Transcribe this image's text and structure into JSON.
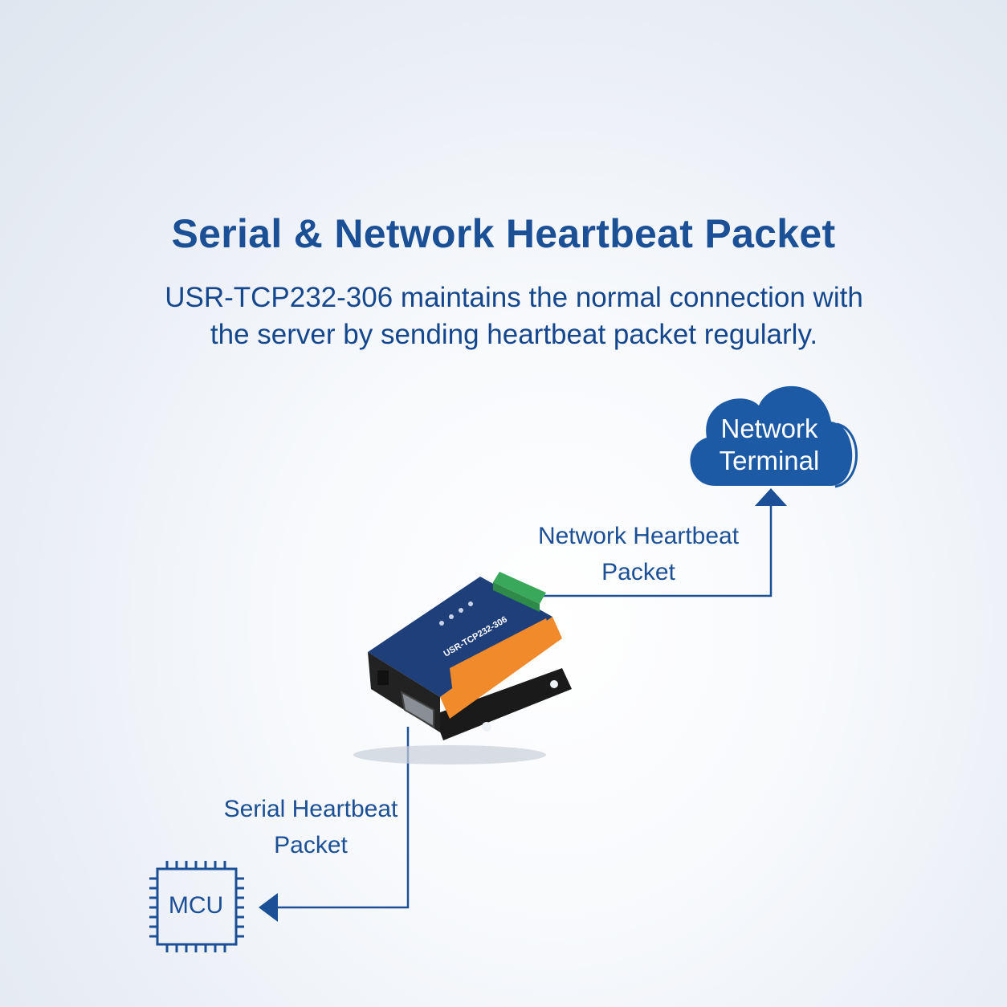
{
  "header": {
    "title": "Serial & Network Heartbeat Packet",
    "subtitle_line1": "USR-TCP232-306 maintains the normal connection with",
    "subtitle_line2": "the server by sending heartbeat packet regularly."
  },
  "cloud": {
    "line1": "Network",
    "line2": "Terminal",
    "icon": "cloud-icon"
  },
  "network_label": {
    "line1": "Network Heartbeat",
    "line2": "Packet"
  },
  "serial_label": {
    "line1": "Serial Heartbeat",
    "line2": "Packet"
  },
  "mcu": {
    "label": "MCU",
    "icon": "chip-icon"
  },
  "device": {
    "model": "USR-TCP232-306",
    "icon": "serial-server-device-image"
  },
  "colors": {
    "primary": "#1b4f96",
    "cloud": "#1c5aa6",
    "device_body": "#1e3f7a",
    "device_orange": "#f08a2a",
    "terminal_green": "#3aa85a"
  }
}
